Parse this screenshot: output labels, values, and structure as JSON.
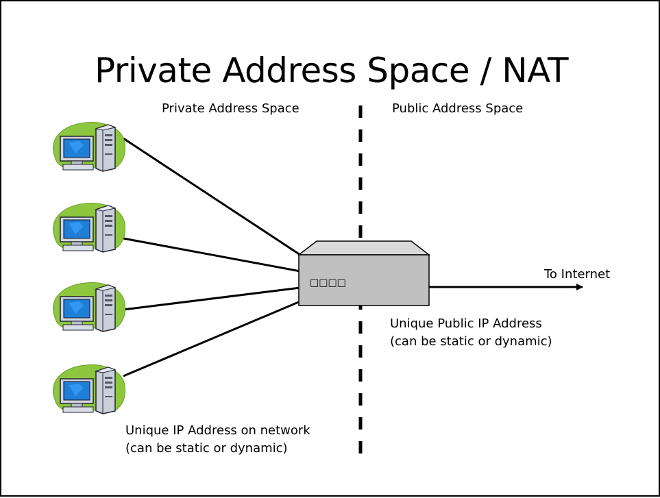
{
  "title": "Private Address Space / NAT",
  "regions": {
    "private": "Private Address Space",
    "public": "Public Address Space"
  },
  "router": {
    "ports_label": "□□□□"
  },
  "internet_label": "To Internet",
  "public_ip_note": {
    "line1": "Unique Public IP Address",
    "line2": "(can be static or dynamic)"
  },
  "private_ip_note": {
    "line1": "Unique IP Address on network",
    "line2": "(can be static or dynamic)"
  },
  "colors": {
    "blob_green": "#8dc63f",
    "monitor_blue": "#1f7fd6",
    "tower_gray": "#c8d0da",
    "router_gray": "#c0c0c0",
    "line": "#000000"
  }
}
